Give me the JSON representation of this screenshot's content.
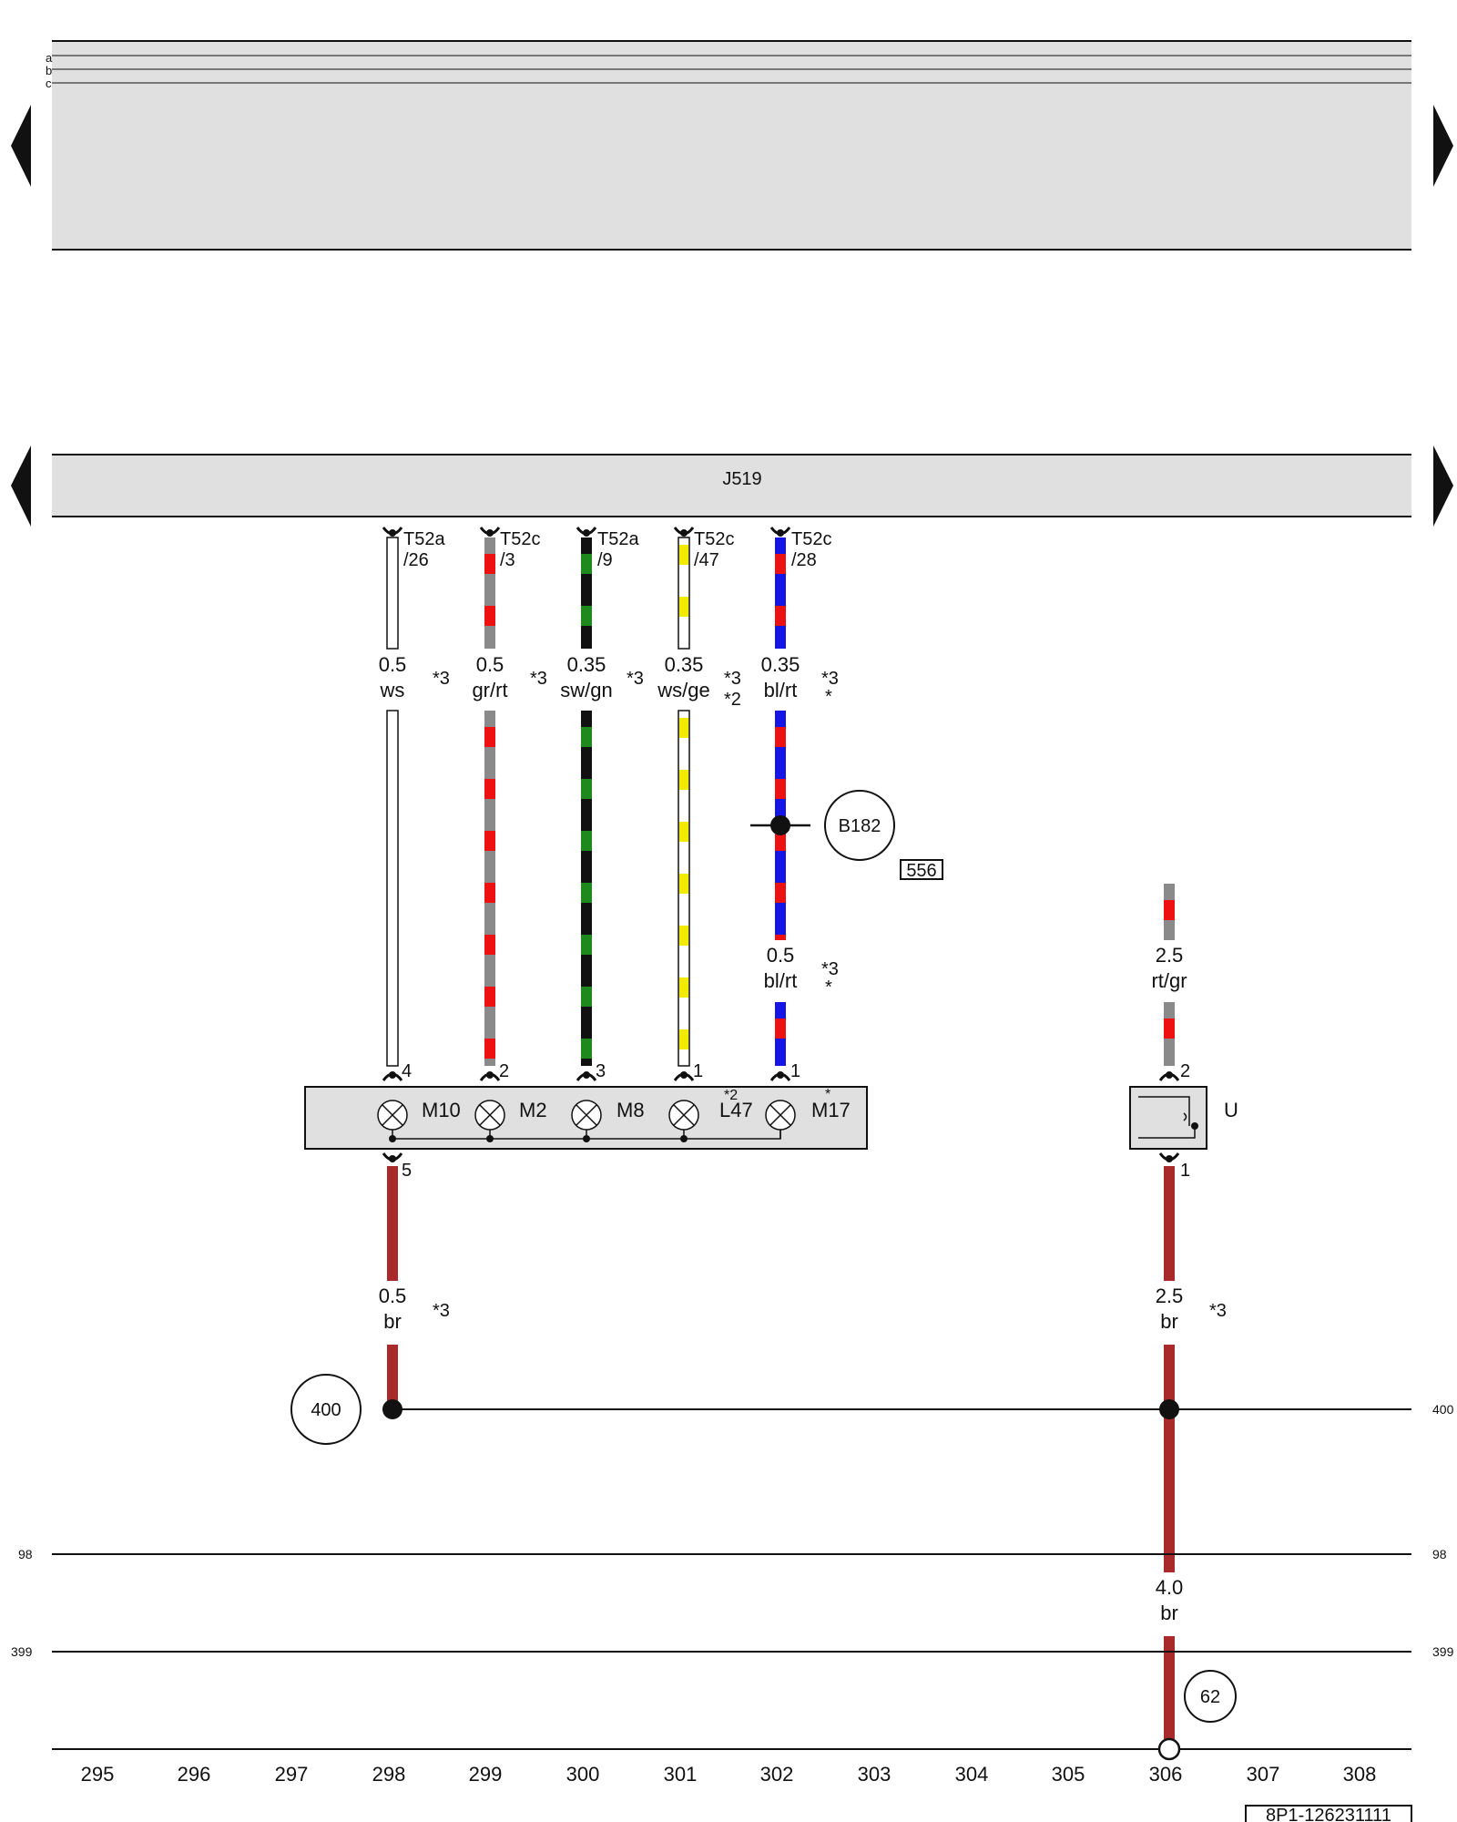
{
  "top_bar": {
    "rails": [
      "a",
      "b",
      "c"
    ]
  },
  "control_unit": {
    "label": "J519"
  },
  "connector_pins": [
    {
      "connector": "T52a",
      "pin": "/26"
    },
    {
      "connector": "T52c",
      "pin": "/3"
    },
    {
      "connector": "T52a",
      "pin": "/9"
    },
    {
      "connector": "T52c",
      "pin": "/47"
    },
    {
      "connector": "T52c",
      "pin": "/28"
    }
  ],
  "upper_wires": [
    {
      "size": "0.5",
      "color": "ws",
      "note": "*3",
      "note2": ""
    },
    {
      "size": "0.5",
      "color": "gr/rt",
      "note": "*3",
      "note2": ""
    },
    {
      "size": "0.35",
      "color": "sw/gn",
      "note": "*3",
      "note2": ""
    },
    {
      "size": "0.35",
      "color": "ws/ge",
      "note": "*3",
      "note2": "*2"
    },
    {
      "size": "0.35",
      "color": "bl/rt",
      "note": "*3",
      "note2": "*"
    }
  ],
  "splice": {
    "label": "B182"
  },
  "wire_after_splice": {
    "size": "0.5",
    "color": "bl/rt",
    "note": "*3",
    "note2": "*"
  },
  "lamp_pins": [
    "4",
    "2",
    "3",
    "1",
    "1"
  ],
  "lamps": [
    {
      "id": "M10",
      "note": ""
    },
    {
      "id": "M2",
      "note": ""
    },
    {
      "id": "M8",
      "note": ""
    },
    {
      "id": "L47",
      "note": "*2"
    },
    {
      "id": "M17",
      "note": "*"
    }
  ],
  "lamp_ground_pin": "5",
  "lamp_ground_wire": {
    "size": "0.5",
    "color": "br",
    "note": "*3"
  },
  "supply_ref": "556",
  "supply_wire": {
    "size": "2.5",
    "color": "rt/gr"
  },
  "socket": {
    "label": "U",
    "pin_top": "2",
    "pin_bottom": "1"
  },
  "socket_ground_wire": {
    "size": "2.5",
    "color": "br",
    "note": "*3"
  },
  "ground_point": {
    "label": "400",
    "bus_label": "400"
  },
  "bus_98": {
    "left": "98",
    "right": "98"
  },
  "bus_399": {
    "left": "399",
    "right": "399"
  },
  "main_ground_wire": {
    "size": "4.0",
    "color": "br"
  },
  "ground_connection": {
    "label": "62"
  },
  "column_numbers": [
    "295",
    "296",
    "297",
    "298",
    "299",
    "300",
    "301",
    "302",
    "303",
    "304",
    "305",
    "306",
    "307",
    "308"
  ],
  "doc_id": "8P1-126231111",
  "colors": {
    "white": "#ffffff",
    "grey": "#8a8a8a",
    "red": "#ee1111",
    "black": "#111111",
    "green": "#1e8a1e",
    "yellow": "#f2ea00",
    "blue": "#1515e6",
    "brown": "#a82a2a",
    "panel": "#e0e0e0"
  }
}
